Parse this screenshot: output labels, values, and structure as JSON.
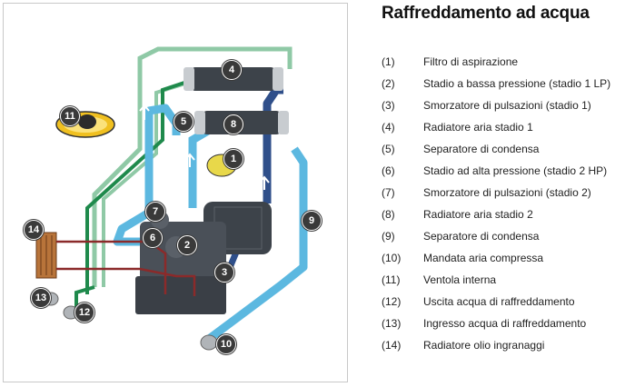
{
  "title": "Raffreddamento ad acqua",
  "callouts": [
    "1",
    "2",
    "3",
    "4",
    "5",
    "6",
    "7",
    "8",
    "9",
    "10",
    "11",
    "12",
    "13",
    "14"
  ],
  "legend": [
    {
      "num": "(1)",
      "text": "Filtro di aspirazione"
    },
    {
      "num": "(2)",
      "text": "Stadio a bassa pressione (stadio 1 LP)"
    },
    {
      "num": "(3)",
      "text": "Smorzatore di pulsazioni (stadio 1)"
    },
    {
      "num": "(4)",
      "text": "Radiatore aria stadio 1"
    },
    {
      "num": "(5)",
      "text": "Separatore di condensa"
    },
    {
      "num": "(6)",
      "text": "Stadio ad alta pressione (stadio 2 HP)"
    },
    {
      "num": "(7)",
      "text": "Smorzatore di pulsazioni (stadio 2)"
    },
    {
      "num": "(8)",
      "text": "Radiatore aria stadio 2"
    },
    {
      "num": "(9)",
      "text": "Separatore di condensa"
    },
    {
      "num": "(10)",
      "text": "Mandata aria compressa"
    },
    {
      "num": "(11)",
      "text": "Ventola interna"
    },
    {
      "num": "(12)",
      "text": "Uscita acqua di raffreddamento"
    },
    {
      "num": "(13)",
      "text": "Ingresso acqua di raffreddamento"
    },
    {
      "num": "(14)",
      "text": "Radiatore olio ingranaggi"
    }
  ],
  "colors": {
    "air_pipe": "#5cb8e0",
    "air_pipe_dark": "#2f4f8a",
    "water_pipe": "#8fc9a6",
    "water_pipe_dark": "#1f8a4c",
    "oil_pipe": "#8b2a2a",
    "machine": "#3d434a",
    "callout_bg": "#3a3a3a"
  }
}
